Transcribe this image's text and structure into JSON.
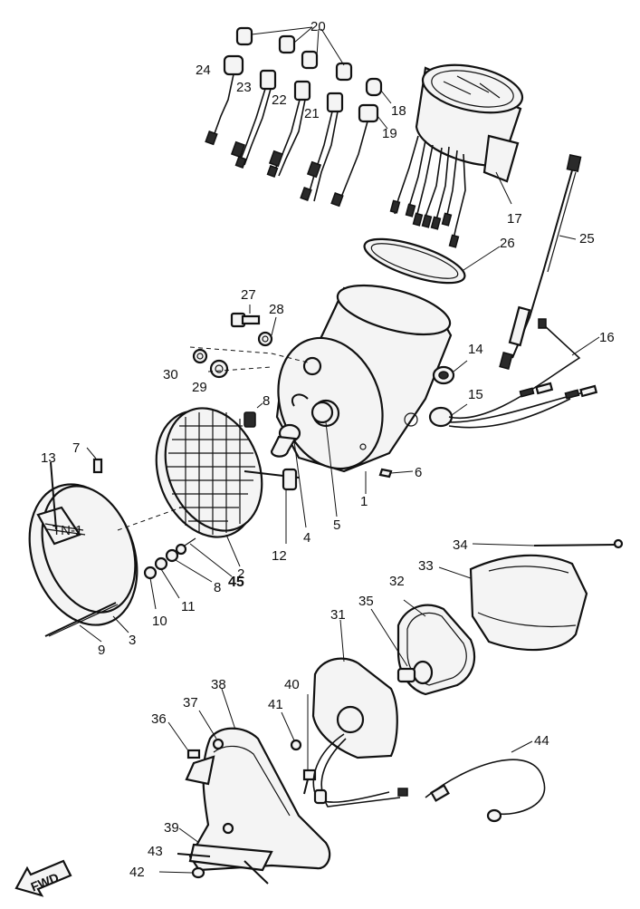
{
  "diagram": {
    "callouts": {
      "c1": "1",
      "c2": "2",
      "c3": "3",
      "c4": "4",
      "c5": "5",
      "c6": "6",
      "c7": "7",
      "c8a": "8",
      "c8b": "8",
      "c9": "9",
      "c10": "10",
      "c11": "11",
      "c12": "12",
      "c13": "13",
      "c14": "14",
      "c15": "15",
      "c16": "16",
      "c17": "17",
      "c18": "18",
      "c19": "19",
      "c20": "20",
      "c21": "21",
      "c22": "22",
      "c23": "23",
      "c24": "24",
      "c25": "25",
      "c26": "26",
      "c27": "27",
      "c28": "28",
      "c29": "29",
      "c30": "30",
      "c31": "31",
      "c32": "32",
      "c33": "33",
      "c34": "34",
      "c35": "35",
      "c36": "36",
      "c37": "37",
      "c38": "38",
      "c39": "39",
      "c40": "40",
      "c41": "41",
      "c42": "42",
      "c43": "43",
      "c44": "44",
      "c45": "45"
    },
    "direction_label": "FWD",
    "rim_label": "TN-1",
    "colors": {
      "ink": "#111111",
      "paper": "#ffffff"
    }
  }
}
